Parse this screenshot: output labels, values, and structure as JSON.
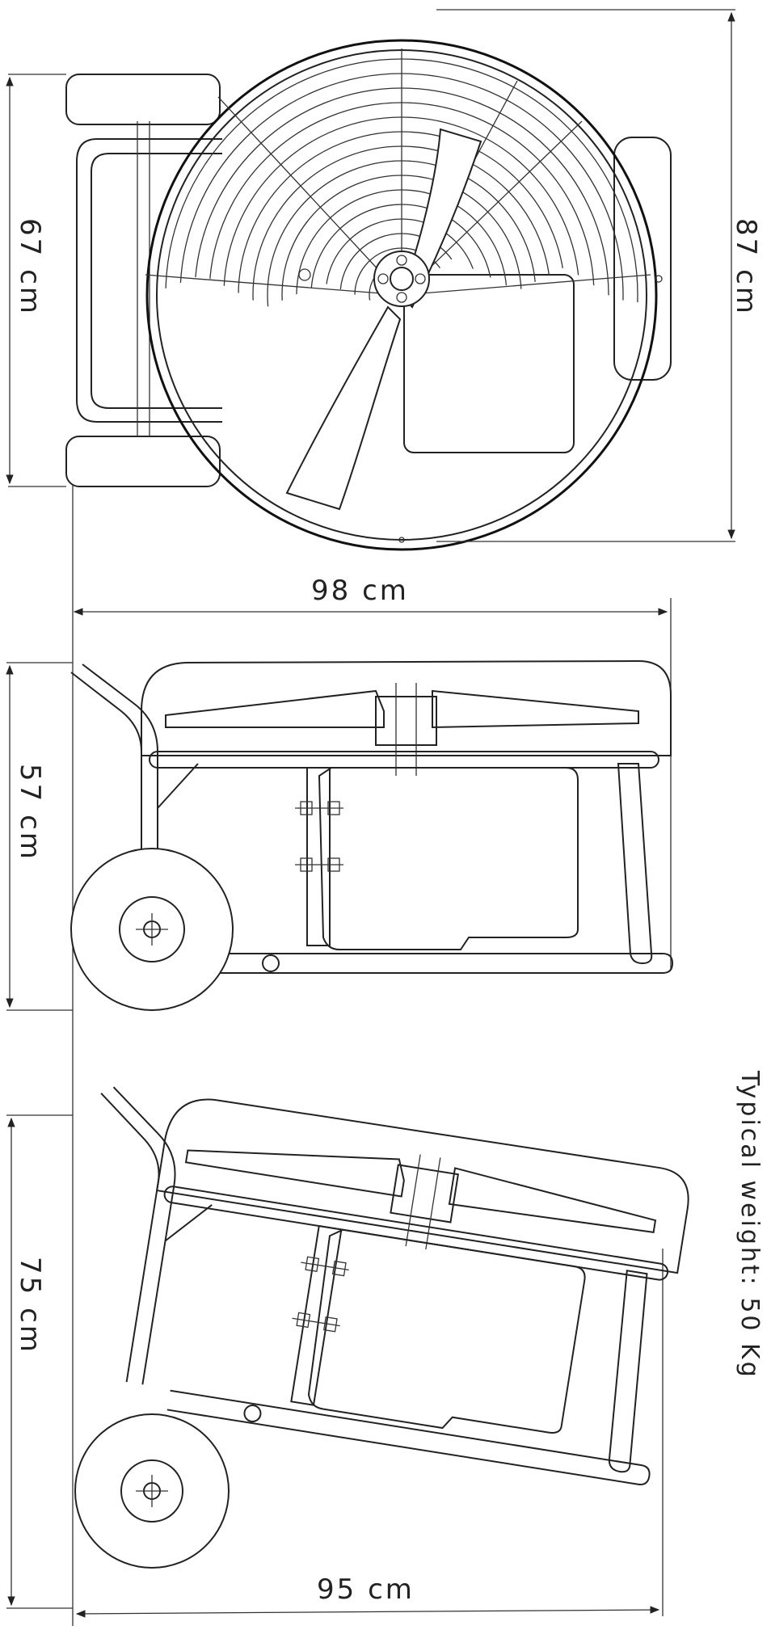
{
  "dimensions": {
    "front_height": "67 cm",
    "front_diameter": "87 cm",
    "side_length": "98 cm",
    "side_height": "57 cm",
    "tilted_height": "75 cm",
    "tilted_length": "95 cm"
  },
  "weight_label": "Typical weight: 50 Kg",
  "icons": [
    "fan-front-view",
    "fan-side-view",
    "fan-tilted-view",
    "wheel",
    "fan-blade",
    "fan-guard"
  ]
}
